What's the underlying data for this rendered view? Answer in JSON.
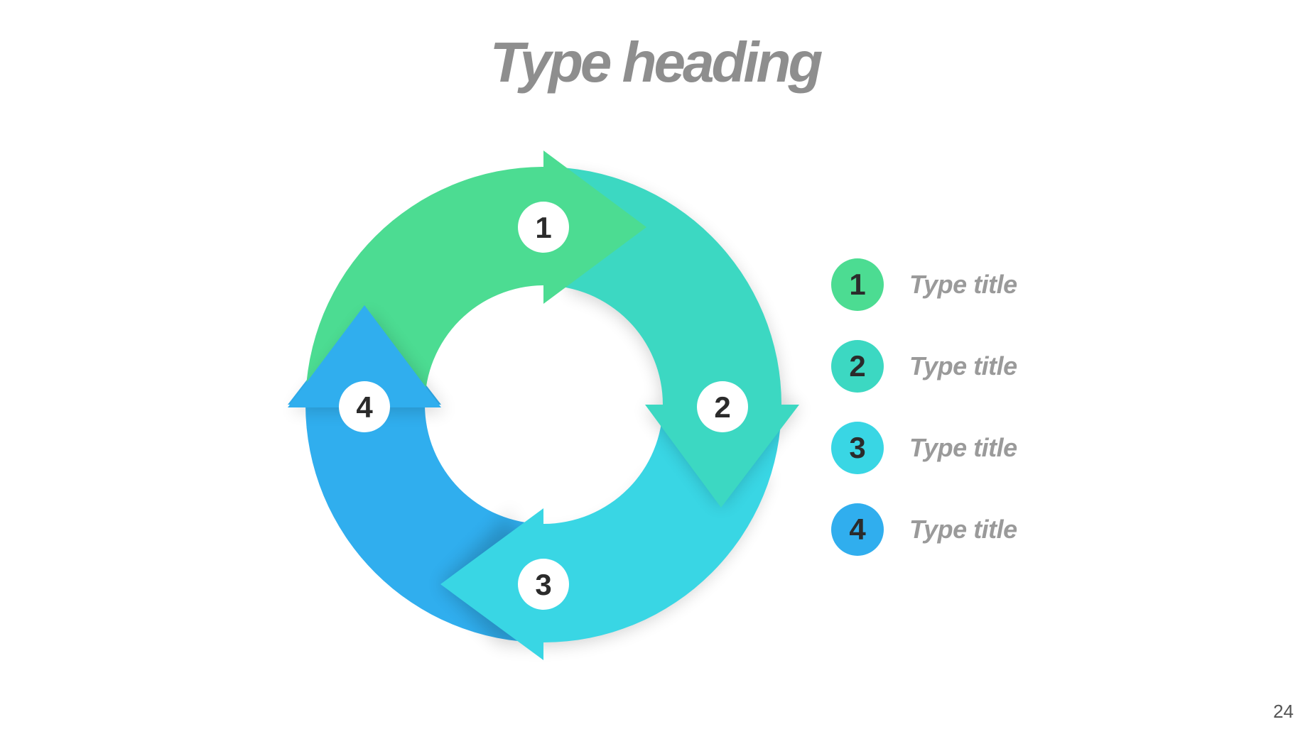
{
  "heading": "Type heading",
  "colors": {
    "step1": "#4cdc92",
    "step2": "#3cd8c2",
    "step3": "#39d6e4",
    "step4": "#30aeee",
    "heading": "#8e8e8e",
    "label": "#9a9a9a"
  },
  "steps": [
    {
      "number": "1",
      "title": "Type title",
      "color": "#4cdc92"
    },
    {
      "number": "2",
      "title": "Type title",
      "color": "#3cd8c2"
    },
    {
      "number": "3",
      "title": "Type title",
      "color": "#39d6e4"
    },
    {
      "number": "4",
      "title": "Type title",
      "color": "#30aeee"
    }
  ],
  "page_number": "24"
}
